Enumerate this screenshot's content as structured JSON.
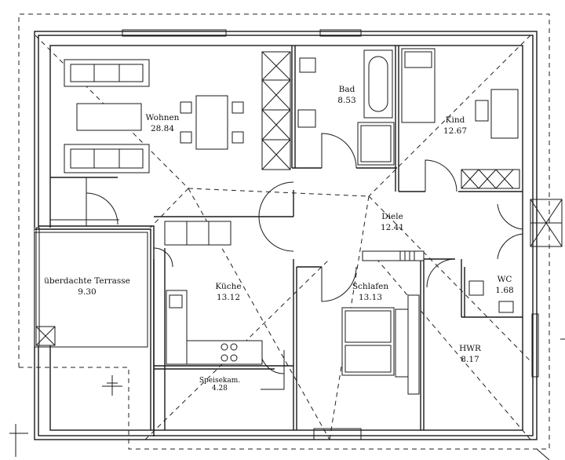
{
  "rooms": {
    "wohnen": {
      "name": "Wohnen",
      "area": "28.84"
    },
    "bad": {
      "name": "Bad",
      "area": "8.53"
    },
    "kind": {
      "name": "Kind",
      "area": "12.67"
    },
    "diele": {
      "name": "Diele",
      "area": "12.41"
    },
    "terrasse": {
      "name": "überdachte Terrasse",
      "area": "9.30"
    },
    "kueche": {
      "name": "Küche",
      "area": "13.12"
    },
    "schlafen": {
      "name": "Schlafen",
      "area": "13.13"
    },
    "wc": {
      "name": "WC",
      "area": "1.68"
    },
    "hwr": {
      "name": "HWR",
      "area": "8.17"
    },
    "speise": {
      "name": "Speisekam.",
      "area": "4.28"
    }
  },
  "colors": {
    "line": "#1a1a1a",
    "background": "#ffffff"
  }
}
